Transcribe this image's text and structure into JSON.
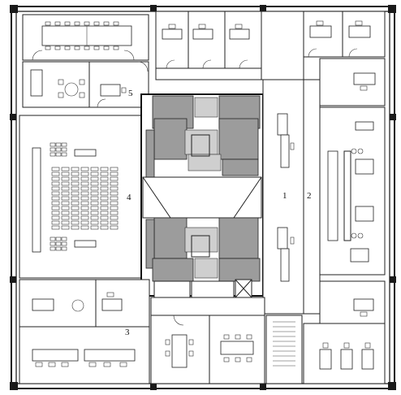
{
  "plan": {
    "labels": {
      "zone_1": "1",
      "zone_2": "2",
      "zone_3": "3",
      "zone_4": "4",
      "zone_5": "5"
    },
    "colors": {
      "wall": "#1a1a1a",
      "core": "#9c9c9c",
      "core_light": "#cfcfcf",
      "background": "#ffffff"
    }
  }
}
